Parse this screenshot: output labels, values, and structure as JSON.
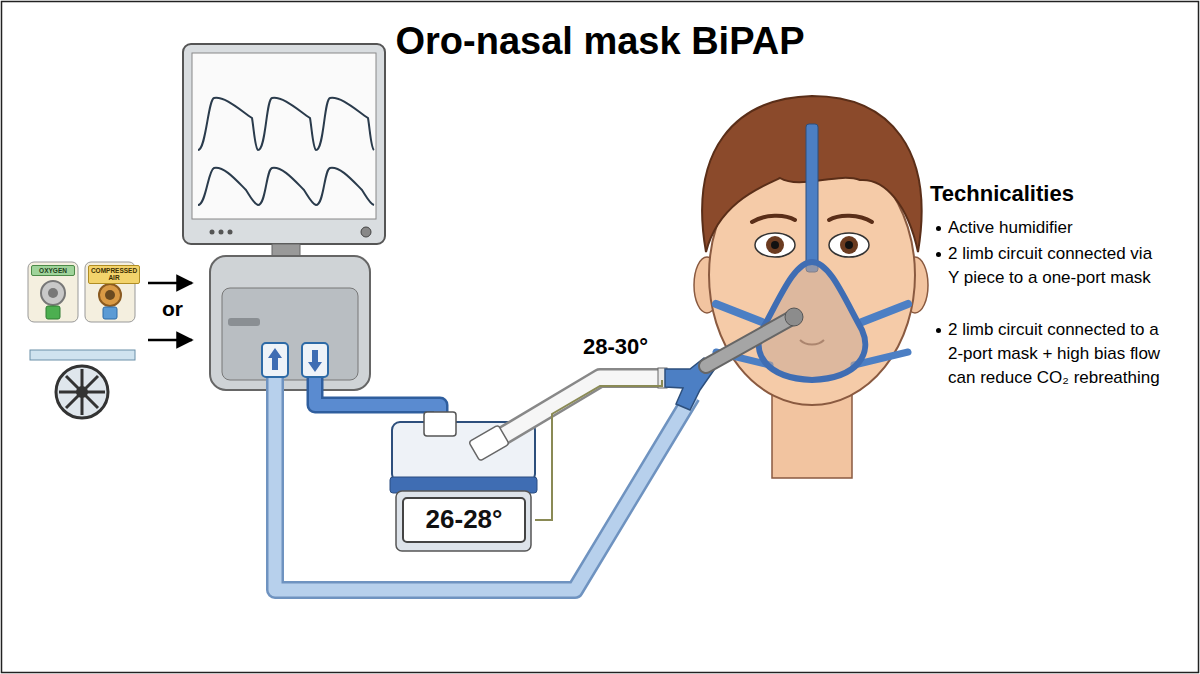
{
  "diagram": {
    "title": "Oro-nasal mask BiPAP",
    "nodes": [
      {
        "text": [
          "OXYGEN"
        ]
      },
      {
        "text": [
          "COMPRESSED AIR"
        ]
      },
      {
        "text": [
          "26-28°"
        ]
      }
    ],
    "labels": [
      "or",
      "28-30°",
      "Technicalities",
      "Active humidifier",
      "2 limb circuit connected via Y piece to a one-port mask",
      "2 limb circuit connected to a 2-port mask + high bias flow can reduce CO₂ rebreathing"
    ]
  }
}
